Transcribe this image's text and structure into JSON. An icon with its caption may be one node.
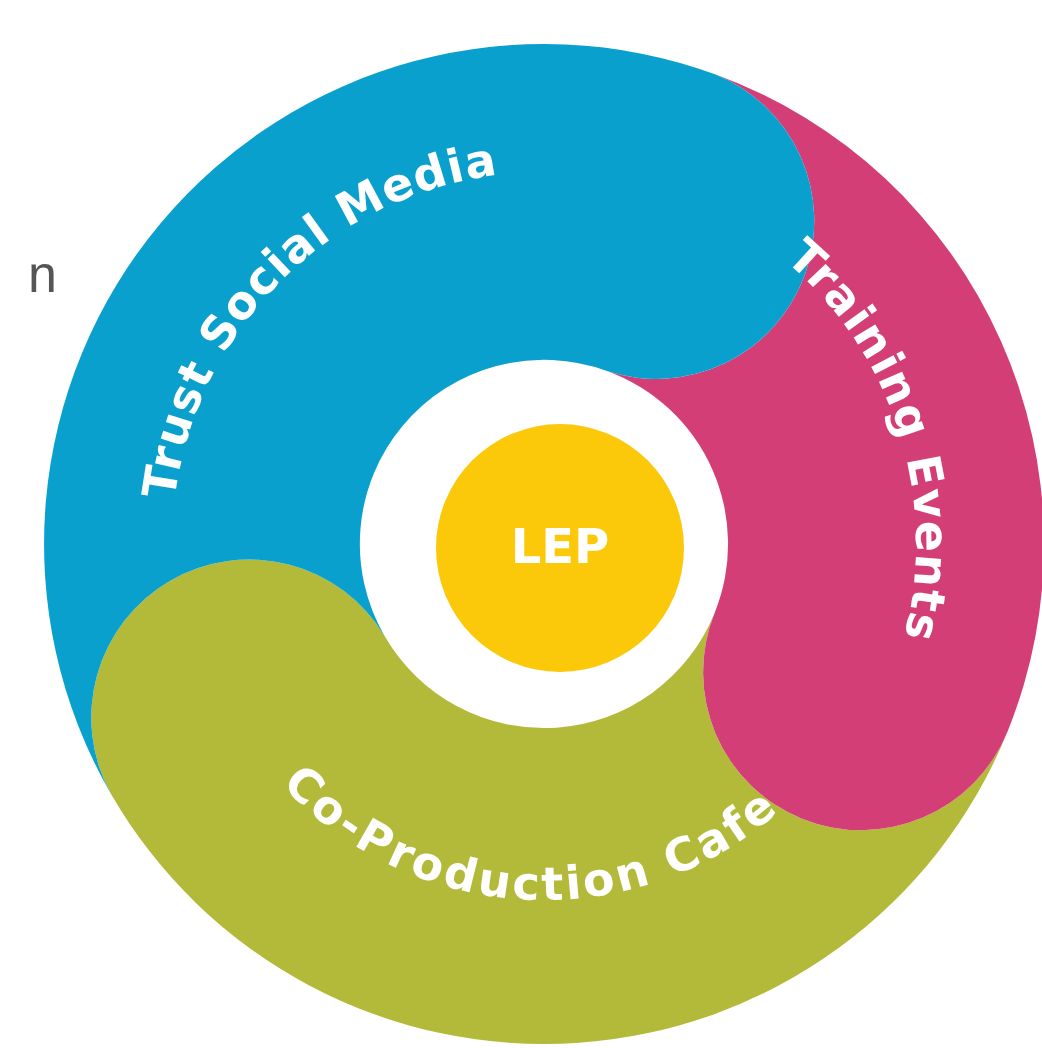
{
  "diagram": {
    "nodes": [
      {
        "text": [
          "Trust Social Media"
        ]
      },
      {
        "text": [
          "Training Events"
        ]
      },
      {
        "text": [
          "LEP"
        ]
      },
      {
        "text": [
          "Co-Production Cafe"
        ]
      }
    ],
    "labels": [
      "n"
    ]
  }
}
